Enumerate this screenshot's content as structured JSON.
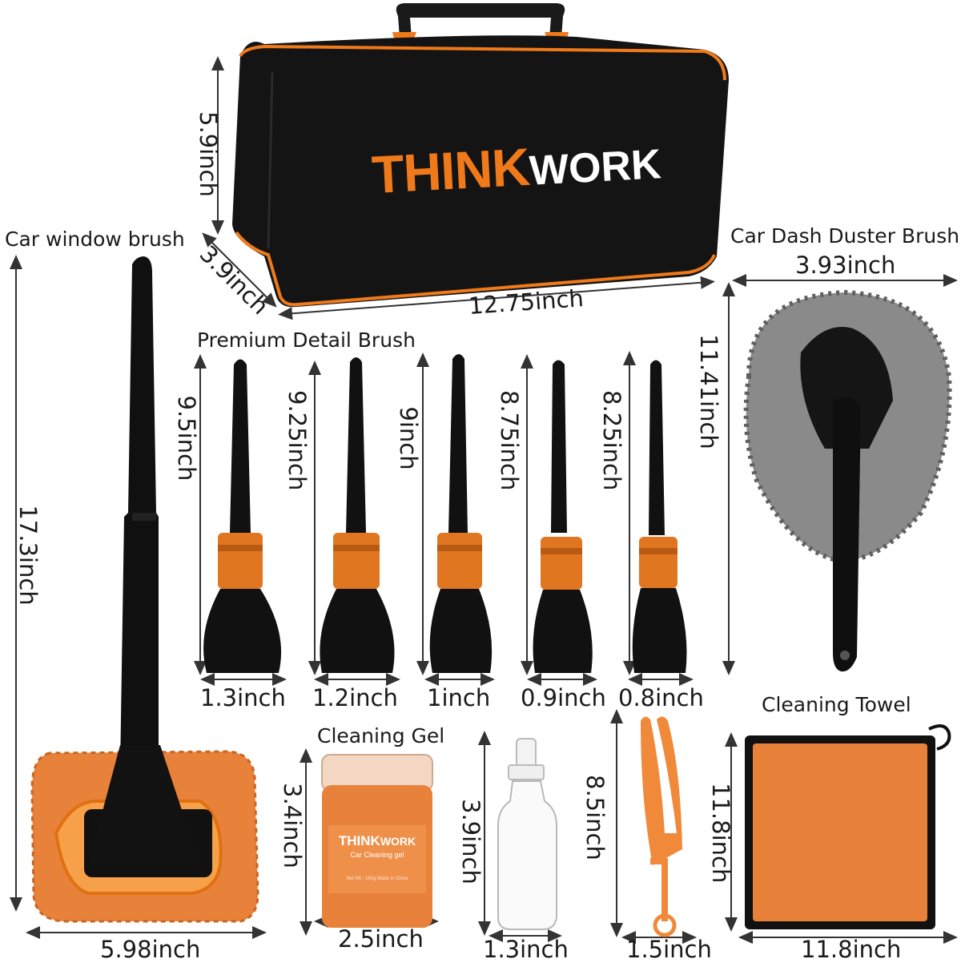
{
  "brand": {
    "think": "THINK",
    "work": "WORK"
  },
  "labels": {
    "window_brush": "Car window brush",
    "detail_brush": "Premium Detail Brush",
    "dash_duster": "Car Dash Duster Brush",
    "cleaning_gel": "Cleaning Gel",
    "cleaning_towel": "Cleaning Towel"
  },
  "gel_jar": {
    "brand_think": "THINK",
    "brand_work": "WORK",
    "subtitle": "Car Cleaning gel",
    "small_print": "Net Wt.: 160g    Made in China"
  },
  "dimensions": {
    "bag_height": "5.9inch",
    "bag_depth": "3.9inch",
    "bag_width": "12.75inch",
    "window_brush_height": "17.3inch",
    "window_brush_width": "5.98inch",
    "duster_width": "3.93inch",
    "duster_height": "11.41inch",
    "brushes": [
      {
        "height": "9.5inch",
        "width": "1.3inch"
      },
      {
        "height": "9.25inch",
        "width": "1.2inch"
      },
      {
        "height": "9inch",
        "width": "1inch"
      },
      {
        "height": "8.75inch",
        "width": "0.9inch"
      },
      {
        "height": "8.25inch",
        "width": "0.8inch"
      }
    ],
    "gel_height": "3.4inch",
    "gel_width": "2.5inch",
    "bottle_height": "3.9inch",
    "bottle_width": "1.3inch",
    "blind_brush_height": "8.5inch",
    "blind_brush_width": "1.5inch",
    "towel_height": "11.8inch",
    "towel_width": "11.8inch"
  },
  "colors": {
    "accent": "#f07a1a",
    "bag": "#151515",
    "bristle": "#111111",
    "duster": "#8a8a8a"
  }
}
